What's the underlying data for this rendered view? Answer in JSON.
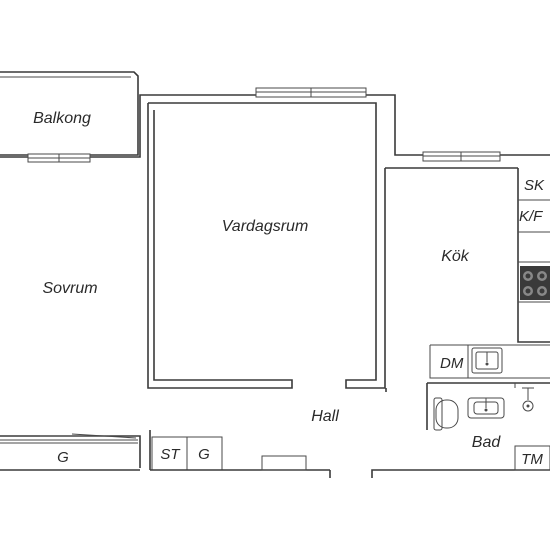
{
  "rooms": {
    "balkong": "Balkong",
    "vardagsrum": "Vardagsrum",
    "sovrum": "Sovrum",
    "kok": "Kök",
    "hall": "Hall",
    "bad": "Bad"
  },
  "fixtures": {
    "sk": "SK",
    "kf": "K/F",
    "dm": "DM",
    "st": "ST",
    "g_hall": "G",
    "g_sovrum": "G",
    "tm": "TM"
  }
}
